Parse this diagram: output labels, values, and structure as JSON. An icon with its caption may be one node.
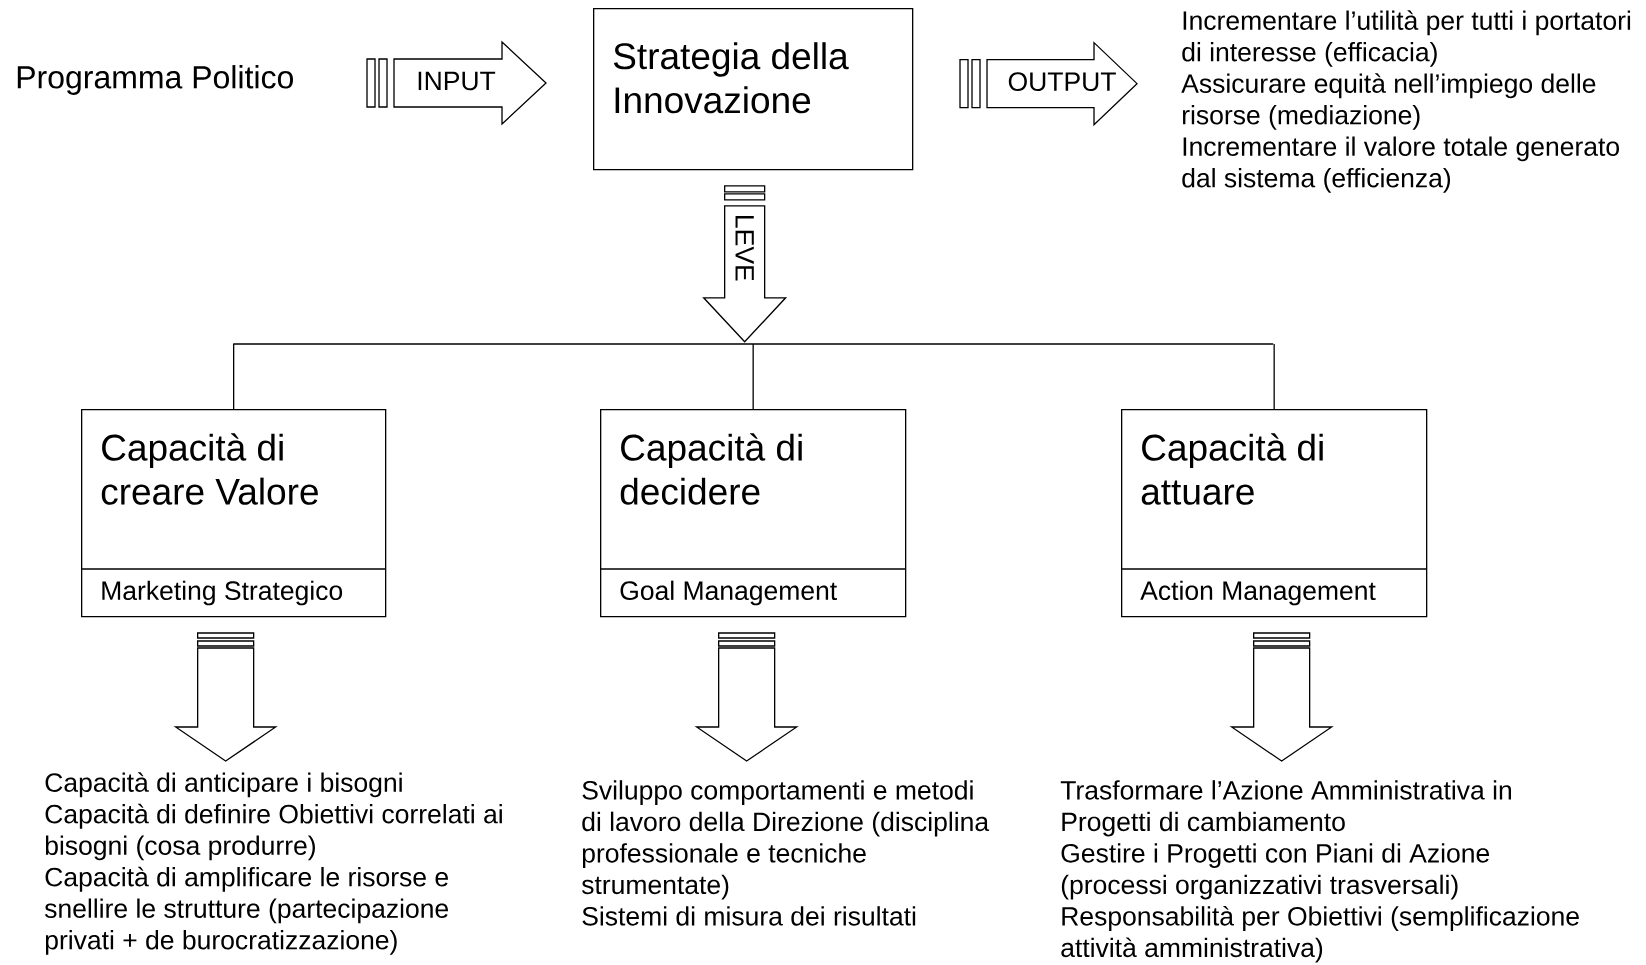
{
  "diagram": {
    "nodes": [
      {
        "text": [
          "Programma Politico"
        ]
      },
      {
        "text": [
          "Strategia della Innovazione"
        ]
      },
      {
        "text": [
          "Incrementare l’utilità per tutti i portatori di interesse (efficacia)",
          "Assicurare equità nell’impiego delle risorse (mediazione)",
          "Incrementare il valore totale generato dal sistema (efficienza)"
        ]
      },
      {
        "text": [],
        "shape": "bar"
      },
      {
        "text": [
          "Capacità di creare Valore",
          "Marketing Strategico"
        ]
      },
      {
        "text": [
          "Capacità di decidere",
          "Goal Management"
        ]
      },
      {
        "text": [
          "Capacità di attuare",
          "Action Management"
        ]
      },
      {
        "text": [
          "Capacità di anticipare i bisogni",
          "Capacità di definire Obiettivi correlati ai bisogni (cosa produrre)",
          "Capacità di amplificare le risorse e snellire le strutture (partecipazione privati + de burocratizzazione)"
        ]
      },
      {
        "text": [
          "Sviluppo comportamenti e metodi di lavoro della Direzione (disciplina professionale e tecniche strumentate)",
          "Sistemi di misura dei risultati"
        ]
      },
      {
        "text": [
          "Trasformare l’Azione Amministrativa in Progetti di cambiamento",
          "Gestire i Progetti con Piani di Azione (processi organizzativi trasversali)",
          "Responsabilità per Obiettivi (semplificazione attività amministrativa)"
        ]
      }
    ],
    "edges": [
      {
        "from": 0,
        "to": 1,
        "arrow": "to",
        "label": "INPUT"
      },
      {
        "from": 1,
        "to": 2,
        "arrow": "to",
        "label": "OUTPUT"
      },
      {
        "from": 1,
        "to": 3,
        "arrow": "to",
        "label": "LEVE"
      },
      {
        "from": 3,
        "to": 4,
        "arrow": "none"
      },
      {
        "from": 3,
        "to": 5,
        "arrow": "none"
      },
      {
        "from": 3,
        "to": 6,
        "arrow": "none"
      },
      {
        "from": 4,
        "to": 7,
        "arrow": "to"
      },
      {
        "from": 5,
        "to": 8,
        "arrow": "to"
      },
      {
        "from": 6,
        "to": 9,
        "arrow": "to"
      }
    ]
  }
}
